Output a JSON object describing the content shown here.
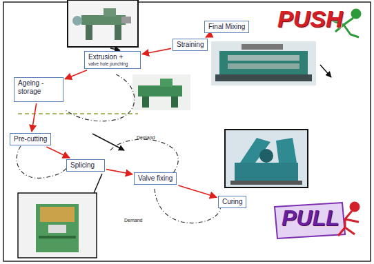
{
  "diagram": {
    "nodes": [
      {
        "text": [
          "Final Mixing"
        ]
      },
      {
        "text": [
          "Straining"
        ]
      },
      {
        "text": [
          "Extrusion +",
          "valve hole punching"
        ]
      },
      {
        "text": [
          "Ageing - storage"
        ]
      },
      {
        "text": [
          "Pre-cutting"
        ]
      },
      {
        "text": [
          "Splicing"
        ]
      },
      {
        "text": [
          "Valve fixing"
        ]
      },
      {
        "text": [
          "Curing"
        ]
      }
    ],
    "edges": [
      {
        "from": 0,
        "to": 1,
        "arrow": "to"
      },
      {
        "from": 1,
        "to": 2,
        "arrow": "to"
      },
      {
        "from": 2,
        "to": 3,
        "arrow": "to"
      },
      {
        "from": 3,
        "to": 4,
        "arrow": "to"
      },
      {
        "from": 4,
        "to": 5,
        "arrow": "to"
      },
      {
        "from": 5,
        "to": 6,
        "arrow": "to"
      },
      {
        "from": 6,
        "to": 7,
        "arrow": "to"
      }
    ],
    "labels": [
      "Demand",
      "Demand",
      "PUSH",
      "PULL"
    ]
  }
}
